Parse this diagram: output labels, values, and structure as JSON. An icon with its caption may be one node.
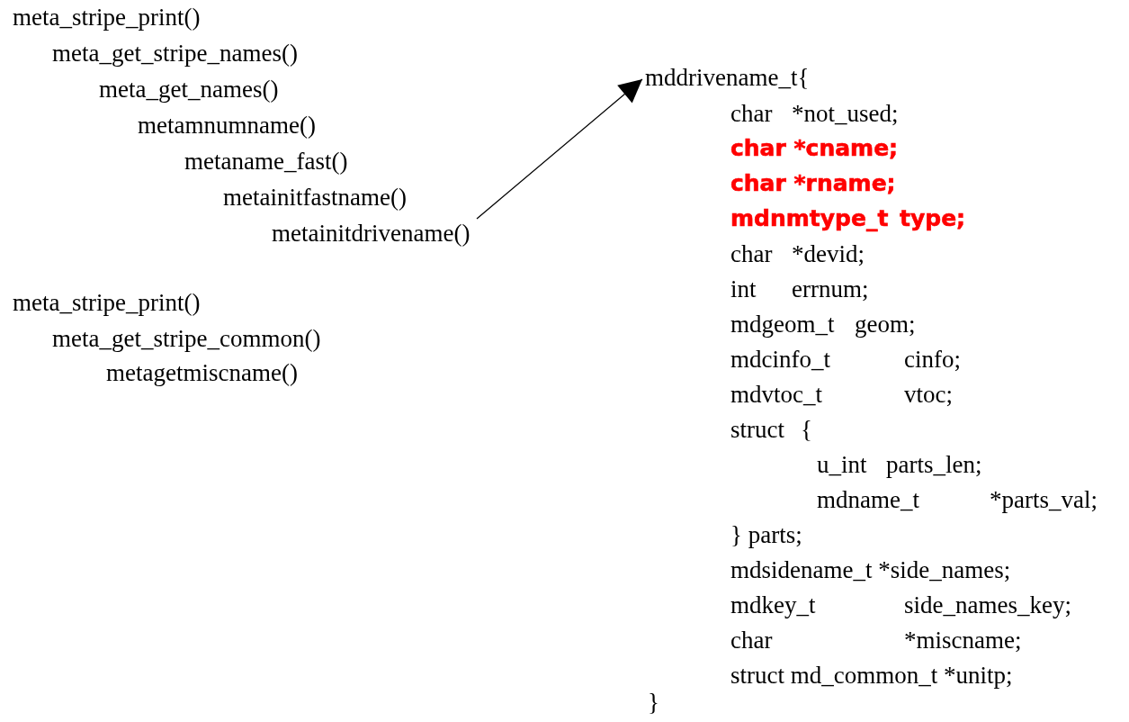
{
  "diagram": {
    "nodes": [
      {
        "text": [
          "metainitdrivename()"
        ]
      },
      {
        "text": [
          "mddrivename_t{",
          "char *not_used;",
          "char *cname;",
          "char *rname;",
          "mdnmtype_t type;",
          "char *devid;",
          "int errnum;",
          "mdgeom_t geom;",
          "mdcinfo_t cinfo;",
          "mdvtoc_t vtoc;",
          "struct {",
          "u_int parts_len;",
          "mdname_t *parts_val;",
          "} parts;",
          "mdsidename_t *side_names;",
          "mdkey_t side_names_key;",
          "char *miscname;",
          "struct md_common_t *unitp;",
          "}"
        ]
      }
    ],
    "edges": [
      {
        "from": 0,
        "to": 1,
        "arrow": "to"
      }
    ],
    "labels": [
      "meta_stripe_print()",
      "meta_get_stripe_names()",
      "meta_get_names()",
      "metamnumname()",
      "metaname_fast()",
      "metainitfastname()",
      "meta_stripe_print()",
      "meta_get_stripe_common()",
      "metagetmiscname()"
    ]
  }
}
